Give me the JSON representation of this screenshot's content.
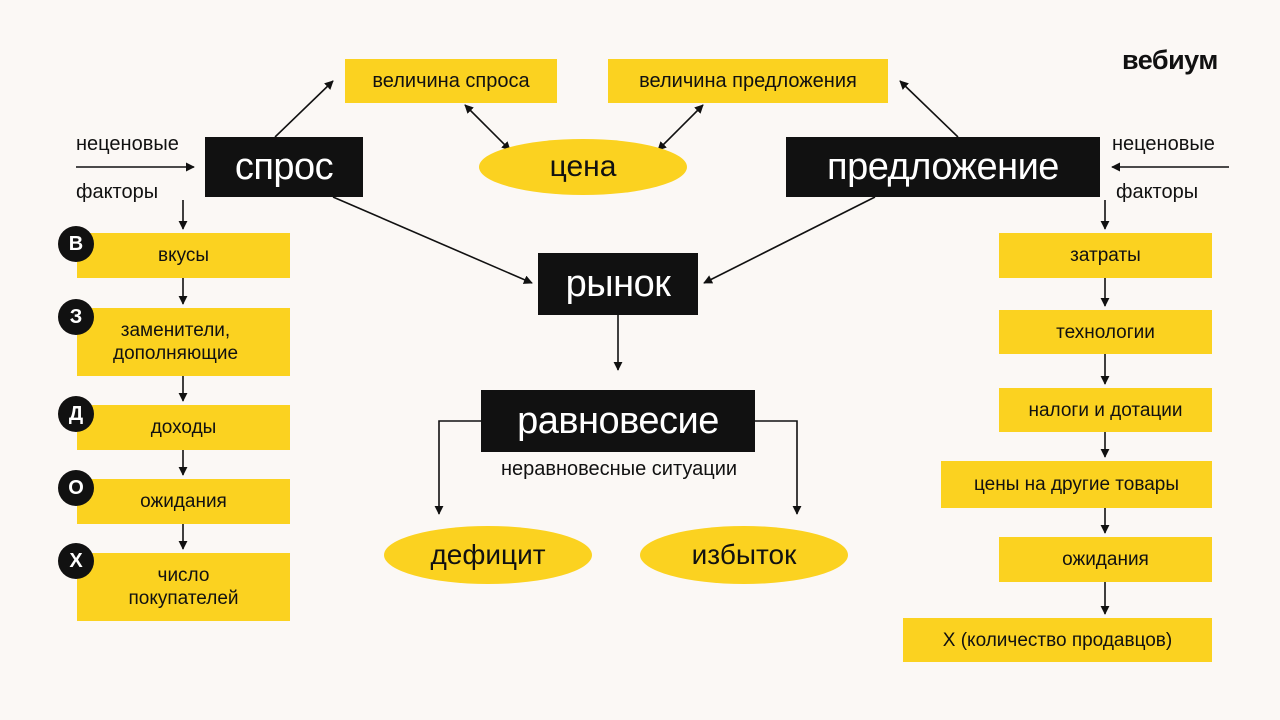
{
  "brand": "вебиум",
  "nodes": {
    "demand": "спрос",
    "supply": "предложение",
    "market": "рынок",
    "equilibrium": "равновесие",
    "price": "цена",
    "quantity_demanded": "величина спроса",
    "quantity_supplied": "величина предложения",
    "disequilibrium_label": "неравновесные ситуации",
    "deficit": "дефицит",
    "surplus": "избыток"
  },
  "left_factors": {
    "label_top": "неценовые",
    "label_bottom": "факторы",
    "items": [
      {
        "letter": "В",
        "text": "вкусы"
      },
      {
        "letter": "З",
        "text": "заменители, дополняющие"
      },
      {
        "letter": "Д",
        "text": "доходы"
      },
      {
        "letter": "О",
        "text": "ожидания"
      },
      {
        "letter": "Х",
        "text": "число покупателей"
      }
    ]
  },
  "right_factors": {
    "label_top": "неценовые",
    "label_bottom": "факторы",
    "items": [
      "затраты",
      "технологии",
      "налоги и дотации",
      "цены на другие товары",
      "ожидания",
      "Х (количество продавцов)"
    ]
  },
  "colors": {
    "accent_yellow": "#fbd220",
    "dark": "#111111",
    "background": "#fbf8f5"
  }
}
